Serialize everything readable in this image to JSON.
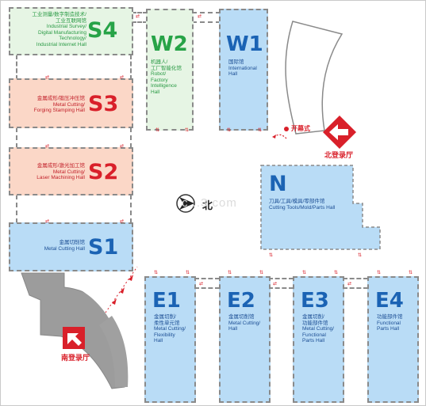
{
  "halls": {
    "s4": {
      "code": "S4",
      "lines": [
        "工业测量/数字制造技术/",
        "工业互联网馆",
        "Industrial Survey/",
        "Digital Manufacturing",
        "Technology/",
        "Industrial Internet Hall"
      ]
    },
    "s3": {
      "code": "S3",
      "lines": [
        "金属成形/锻压冲压馆",
        "Metal Cutting/",
        "Forging Stamping Hall"
      ]
    },
    "s2": {
      "code": "S2",
      "lines": [
        "金属成形/激光加工馆",
        "Metal Cutting/",
        "Laser Machining Hall"
      ]
    },
    "s1": {
      "code": "S1",
      "lines": [
        "金属切削馆",
        "Metal Cutting Hall"
      ]
    },
    "w2": {
      "code": "W2",
      "lines": [
        "机器人/",
        "工厂智能化馆",
        "Robot/",
        "Factory",
        "Intelligence",
        "Hall"
      ]
    },
    "w1": {
      "code": "W1",
      "lines": [
        "国际馆",
        "International",
        "Hall"
      ]
    },
    "n": {
      "code": "N",
      "lines": [
        "刀具/工具/模具/零部件馆",
        "Cutting Tools/Mold/Parts Hall"
      ]
    },
    "e1": {
      "code": "E1",
      "lines": [
        "金属切削/",
        "柔性单元馆",
        "Metal Cutting/",
        "Flexibility",
        "Hall"
      ]
    },
    "e2": {
      "code": "E2",
      "lines": [
        "金属切削馆",
        "Metal Cutting/",
        "Hall"
      ]
    },
    "e3": {
      "code": "E3",
      "lines": [
        "金属切削/",
        "功能部件馆",
        "Metal Cutting/",
        "Functional",
        "Parts Hall"
      ]
    },
    "e4": {
      "code": "E4",
      "lines": [
        "功能部件馆",
        "Functional",
        "Parts Hall"
      ]
    }
  },
  "labels": {
    "opening": "开幕式",
    "north_hall": "北登录厅",
    "south_hall": "南登录厅",
    "north": "北",
    "watermark": "c...3.com"
  },
  "colors": {
    "green": "#27a347",
    "red": "#d9202a",
    "navy": "#1b63b4",
    "blue_fill": "#b9dcf6",
    "green_fill": "#e6f5e4",
    "salmon_fill": "#fbd7c7"
  }
}
